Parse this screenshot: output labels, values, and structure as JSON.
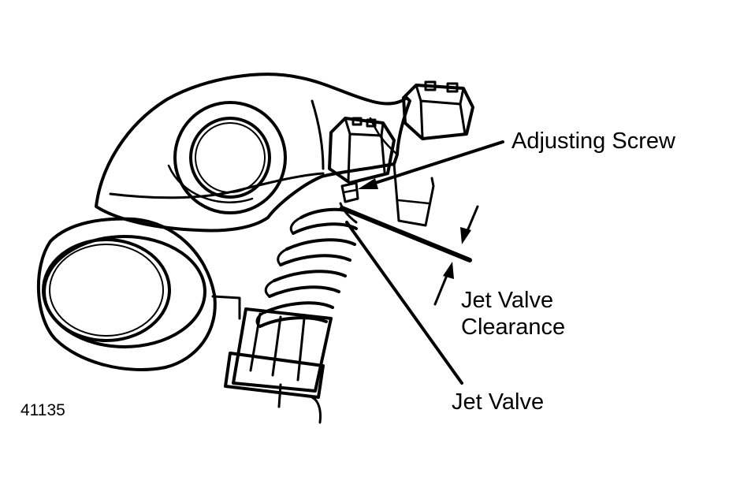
{
  "labels": {
    "adjusting_screw": "Adjusting Screw",
    "jet_valve_clearance_line1": "Jet Valve",
    "jet_valve_clearance_line2": "Clearance",
    "jet_valve": "Jet Valve",
    "figure_number": "41135"
  },
  "colors": {
    "ink": "#000000",
    "background": "#ffffff"
  }
}
